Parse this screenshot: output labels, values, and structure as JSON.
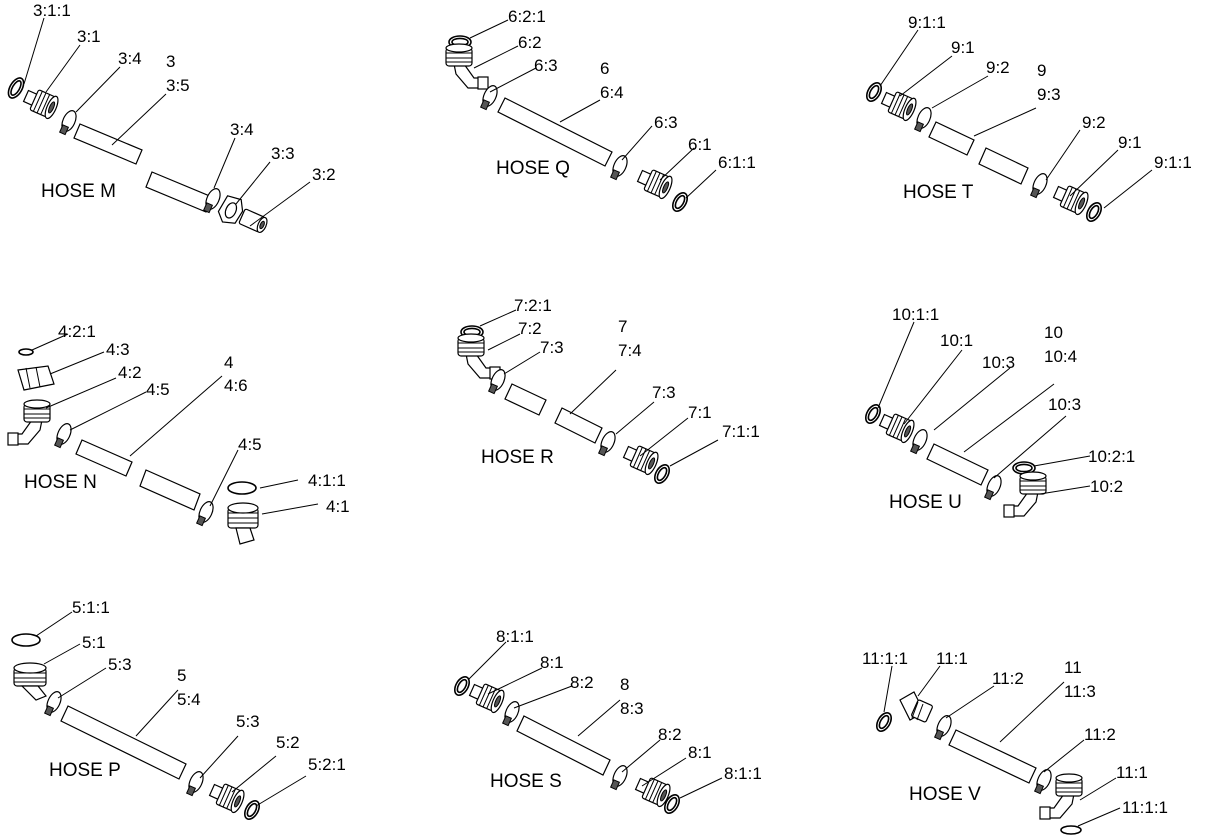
{
  "diagram": {
    "assemblies": [
      {
        "title": "HOSE M",
        "labels": [
          "3:1:1",
          "3:1",
          "3:4",
          "3",
          "3:5",
          "3:4",
          "3:3",
          "3:2"
        ]
      },
      {
        "title": "HOSE Q",
        "labels": [
          "6:2:1",
          "6:2",
          "6:3",
          "6",
          "6:4",
          "6:3",
          "6:1",
          "6:1:1"
        ]
      },
      {
        "title": "HOSE T",
        "labels": [
          "9:1:1",
          "9:1",
          "9:2",
          "9",
          "9:3",
          "9:2",
          "9:1",
          "9:1:1"
        ]
      },
      {
        "title": "HOSE N",
        "labels": [
          "4:2:1",
          "4:3",
          "4:2",
          "4:5",
          "4",
          "4:6",
          "4:5",
          "4:1:1",
          "4:1"
        ]
      },
      {
        "title": "HOSE R",
        "labels": [
          "7:2:1",
          "7:2",
          "7:3",
          "7",
          "7:4",
          "7:3",
          "7:1",
          "7:1:1"
        ]
      },
      {
        "title": "HOSE U",
        "labels": [
          "10:1:1",
          "10:1",
          "10:3",
          "10",
          "10:4",
          "10:3",
          "10:2:1",
          "10:2"
        ]
      },
      {
        "title": "HOSE P",
        "labels": [
          "5:1:1",
          "5:1",
          "5:3",
          "5",
          "5:4",
          "5:3",
          "5:2",
          "5:2:1"
        ]
      },
      {
        "title": "HOSE S",
        "labels": [
          "8:1:1",
          "8:1",
          "8:2",
          "8",
          "8:3",
          "8:2",
          "8:1",
          "8:1:1"
        ]
      },
      {
        "title": "HOSE V",
        "labels": [
          "11:1:1",
          "11:1",
          "11:2",
          "11",
          "11:3",
          "11:2",
          "11:1",
          "11:1:1"
        ]
      }
    ]
  }
}
